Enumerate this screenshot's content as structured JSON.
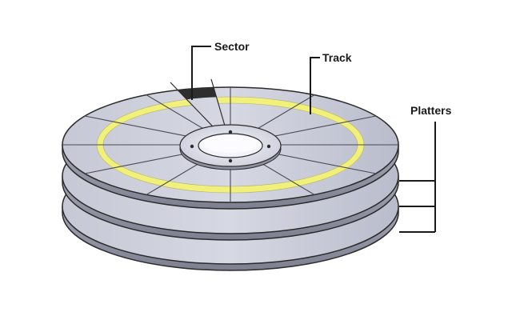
{
  "labels": {
    "sector": "Sector",
    "track": "Track",
    "platters": "Platters"
  },
  "colors": {
    "platter_top": "#cdd0dc",
    "platter_edge": "#8e91a0",
    "platter_outline": "#2b2b2b",
    "track": "#f1f07a",
    "sector": "#2e2e2e",
    "hub": "#e6e7ef"
  },
  "platter_count": 3
}
